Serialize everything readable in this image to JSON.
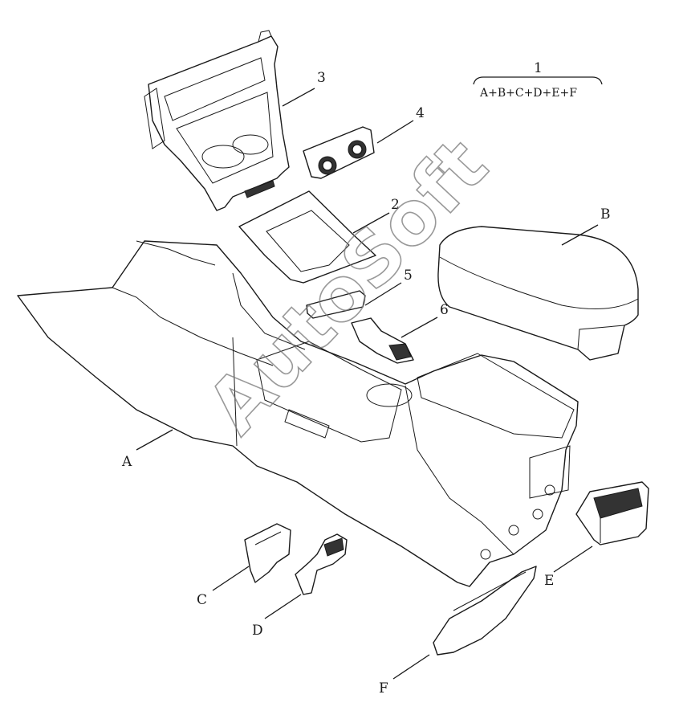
{
  "diagram": {
    "watermark": "AutoSoft",
    "assembly": {
      "number": "1",
      "formula": "A+B+C+D+E+F"
    },
    "callouts": [
      {
        "id": "3",
        "text": "3"
      },
      {
        "id": "4",
        "text": "4"
      },
      {
        "id": "2",
        "text": "2"
      },
      {
        "id": "5",
        "text": "5"
      },
      {
        "id": "6",
        "text": "6"
      },
      {
        "id": "A",
        "text": "A"
      },
      {
        "id": "B",
        "text": "B"
      },
      {
        "id": "C",
        "text": "C"
      },
      {
        "id": "D",
        "text": "D"
      },
      {
        "id": "E",
        "text": "E"
      },
      {
        "id": "F",
        "text": "F"
      }
    ]
  }
}
